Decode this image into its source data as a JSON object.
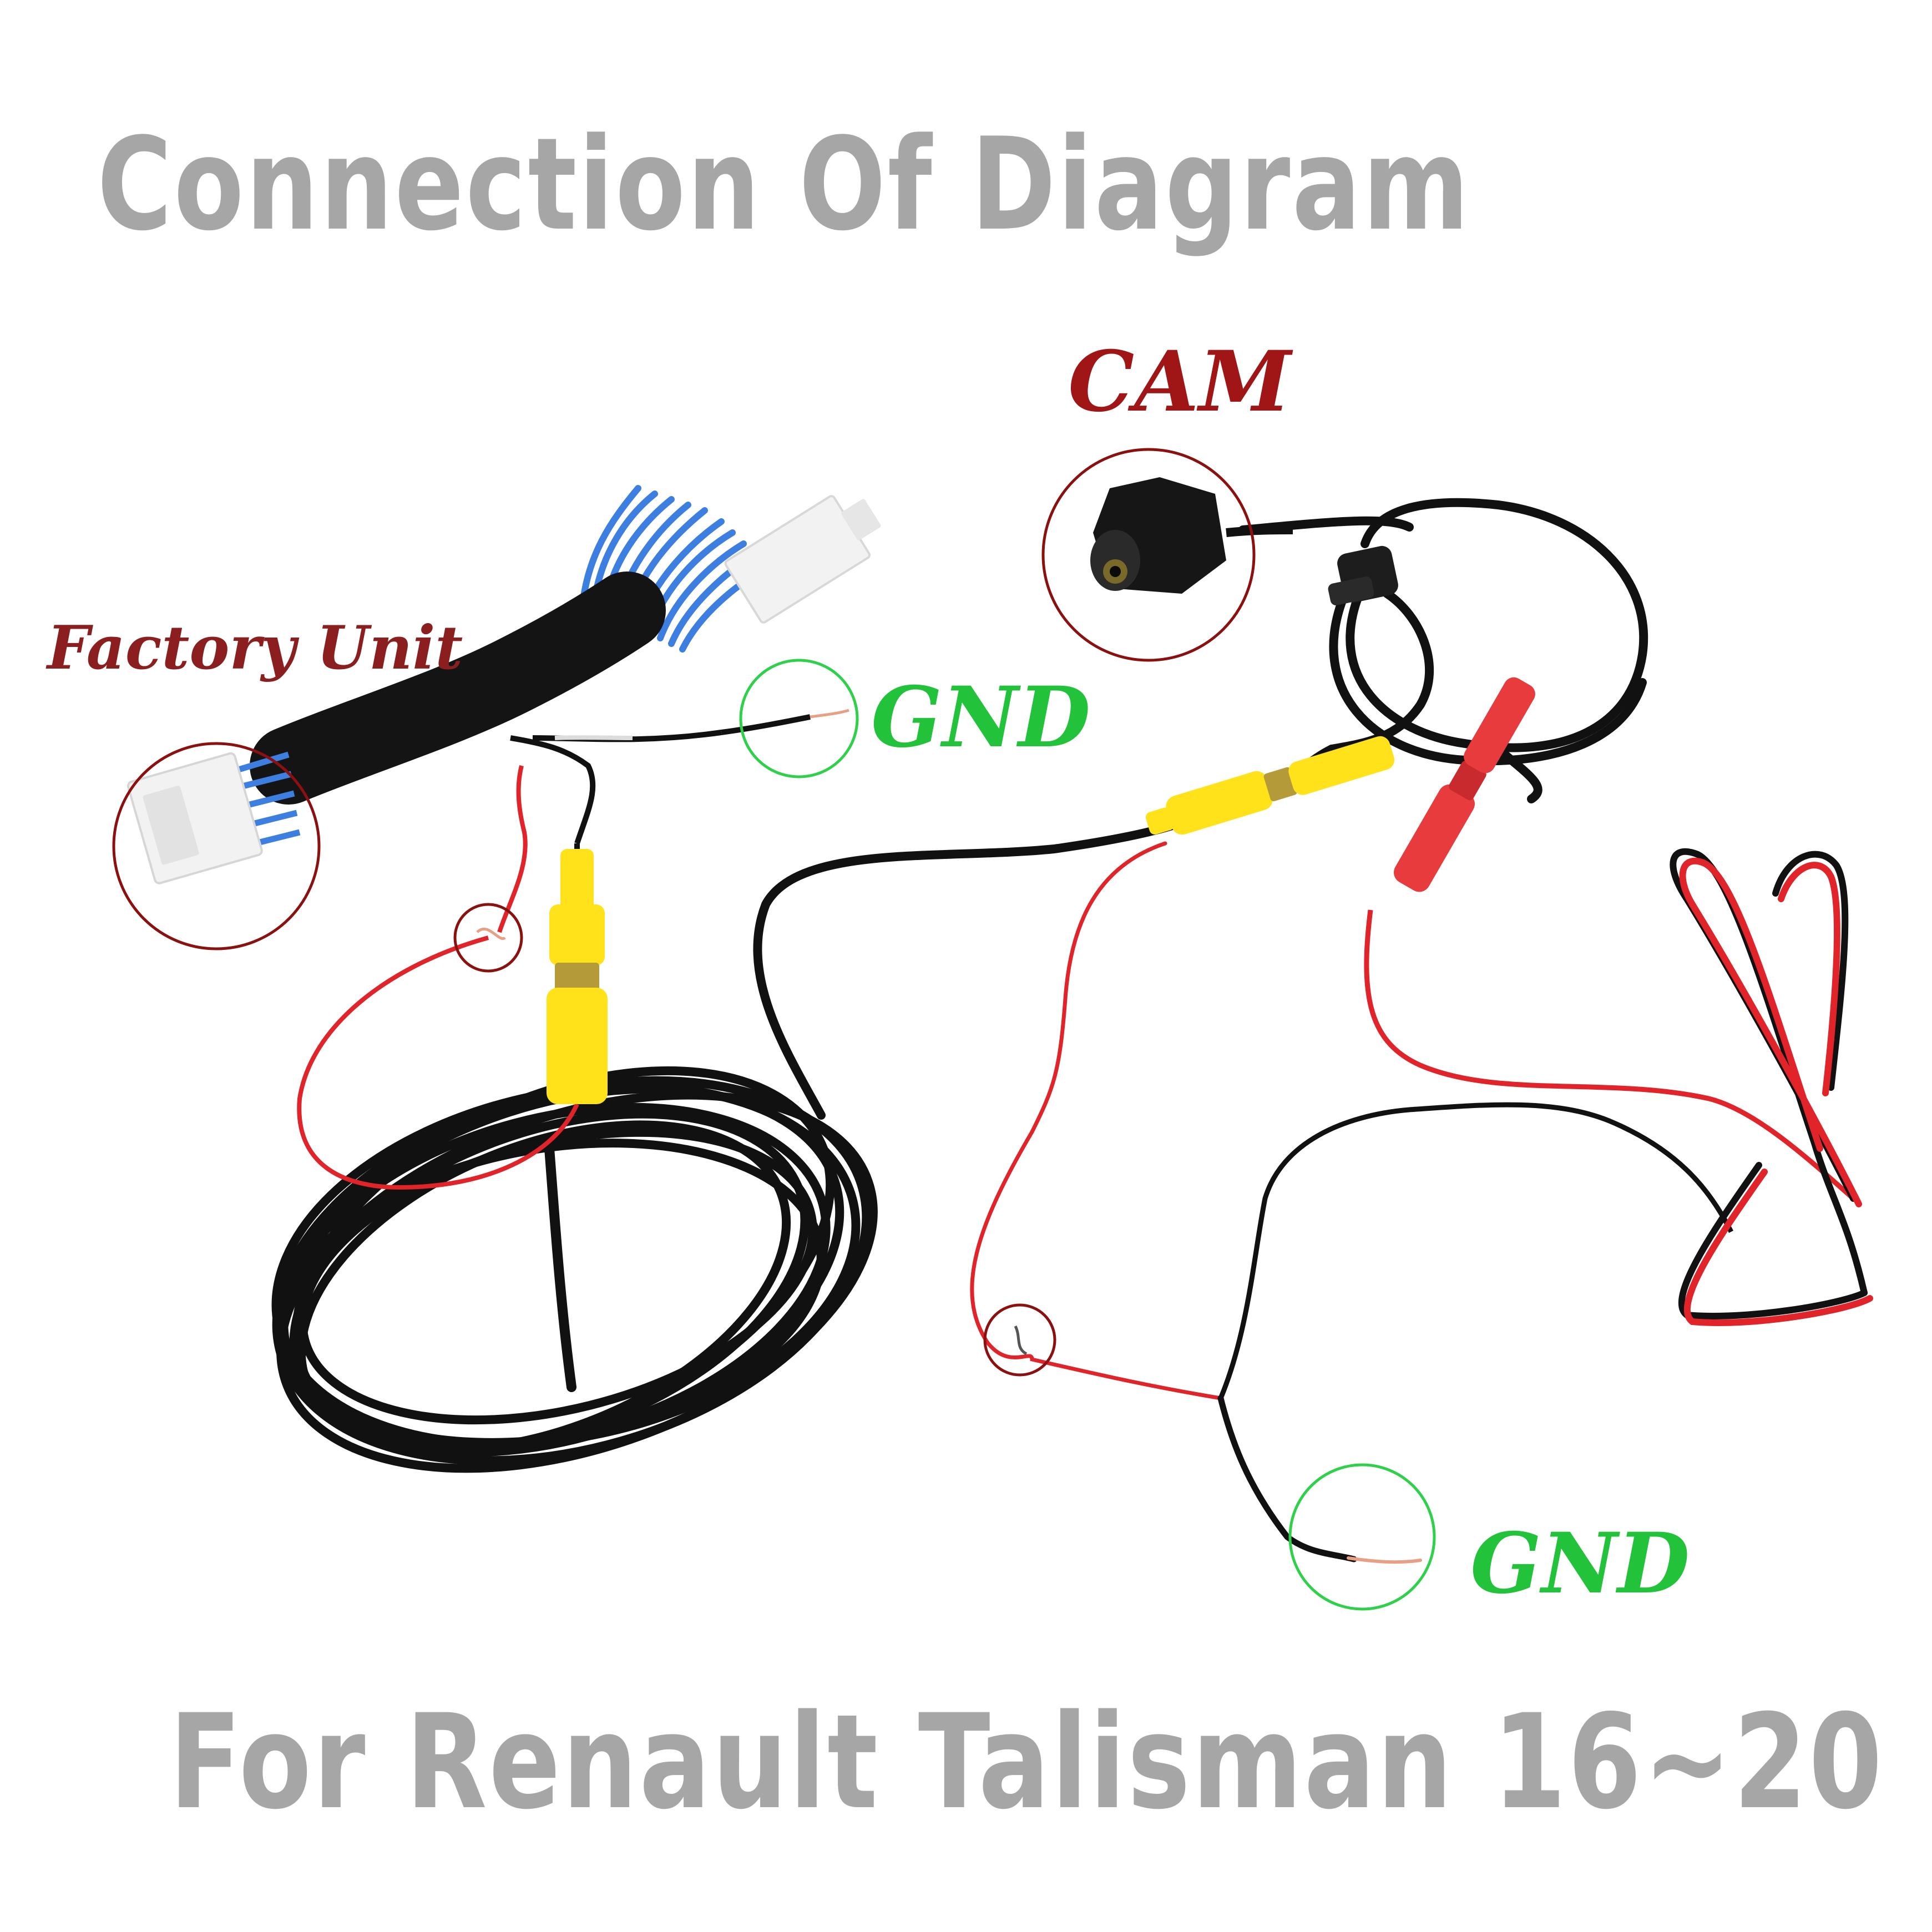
{
  "title": "Connection Of Diagram",
  "subtitle": "For Renault Talisman 16~20",
  "labels": {
    "factory_unit": "Factory Unit",
    "cam": "CAM",
    "gnd_top": "GND",
    "gnd_bottom": "GND"
  },
  "colors": {
    "headline_gray": "#a6a6a6",
    "label_dark_red": "#8b1e1e",
    "label_green": "#22c33a",
    "circle_dark_red": "#8b1010",
    "circle_green": "#2fd04a",
    "wire_black": "#111111",
    "wire_red": "#e0242a",
    "rca_yellow": "#ffe21a",
    "harness_blue": "#3d7fe0",
    "connector_white": "#f2f2f2"
  }
}
